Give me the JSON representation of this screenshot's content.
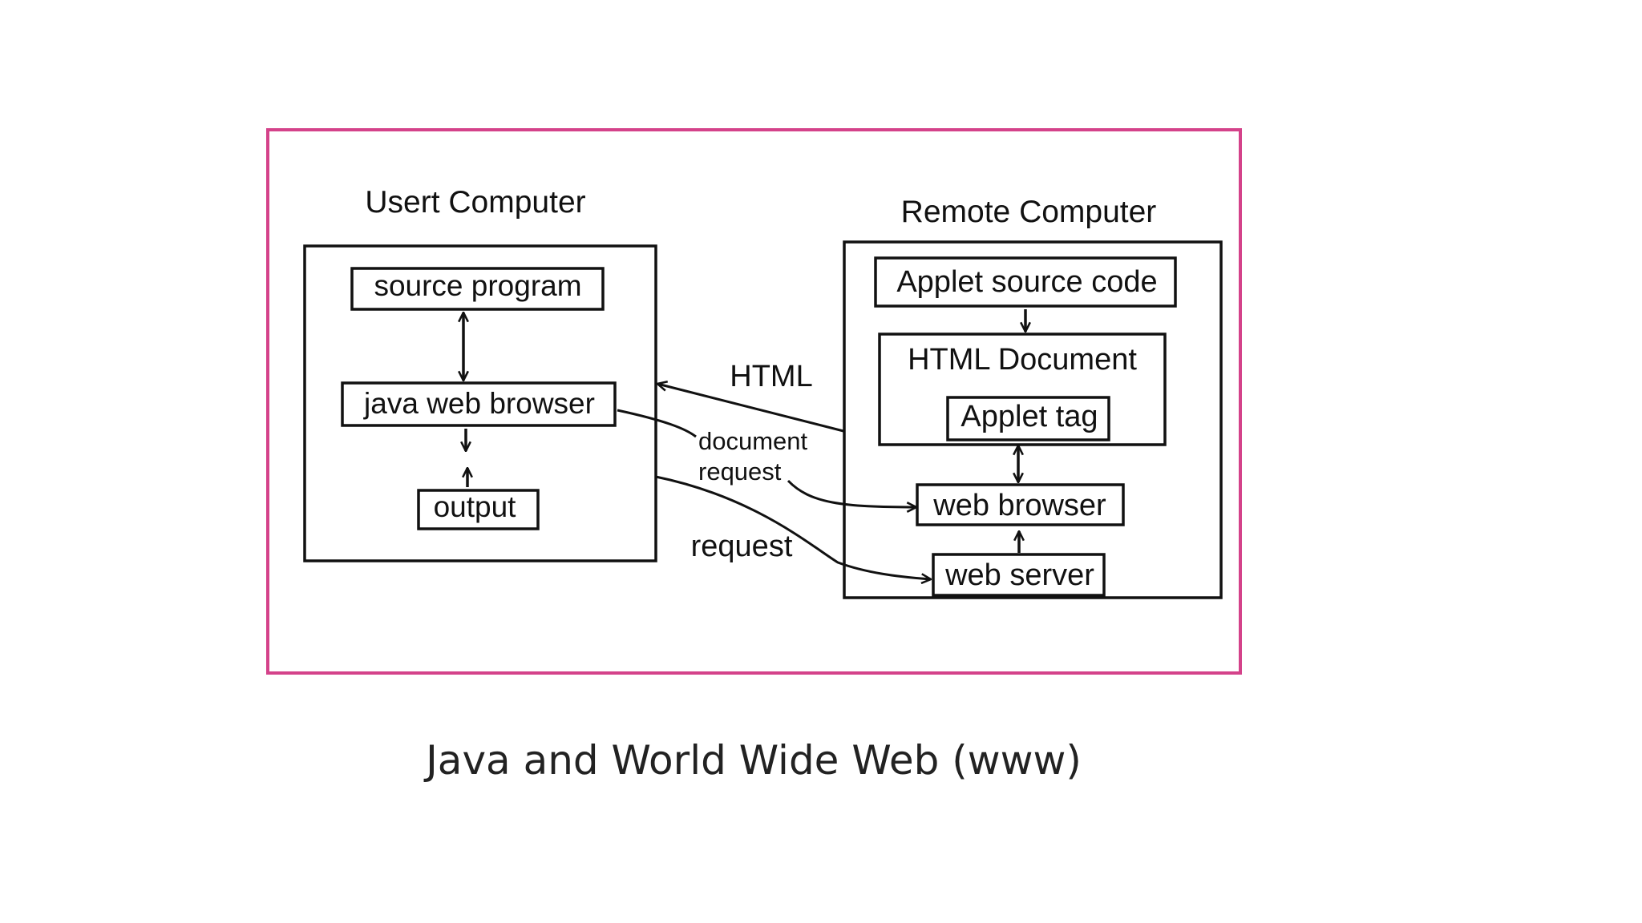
{
  "colors": {
    "frame_border": "#d4428a",
    "stroke": "#111111",
    "background": "#ffffff"
  },
  "diagram": {
    "user_computer": {
      "title": "Usert Computer",
      "source_program": "source program",
      "java_web_browser": "java web browser",
      "output": "output"
    },
    "remote_computer": {
      "title": "Remote Computer",
      "applet_source_code": "Applet source code",
      "html_document": "HTML Document",
      "applet_tag": "Applet tag",
      "web_browser": "web browser",
      "web_server": "web server"
    },
    "edges": {
      "html": "HTML",
      "document_request_line1": "document",
      "document_request_line2": "request",
      "request": "request"
    }
  },
  "caption": "Java and World Wide Web (www)"
}
